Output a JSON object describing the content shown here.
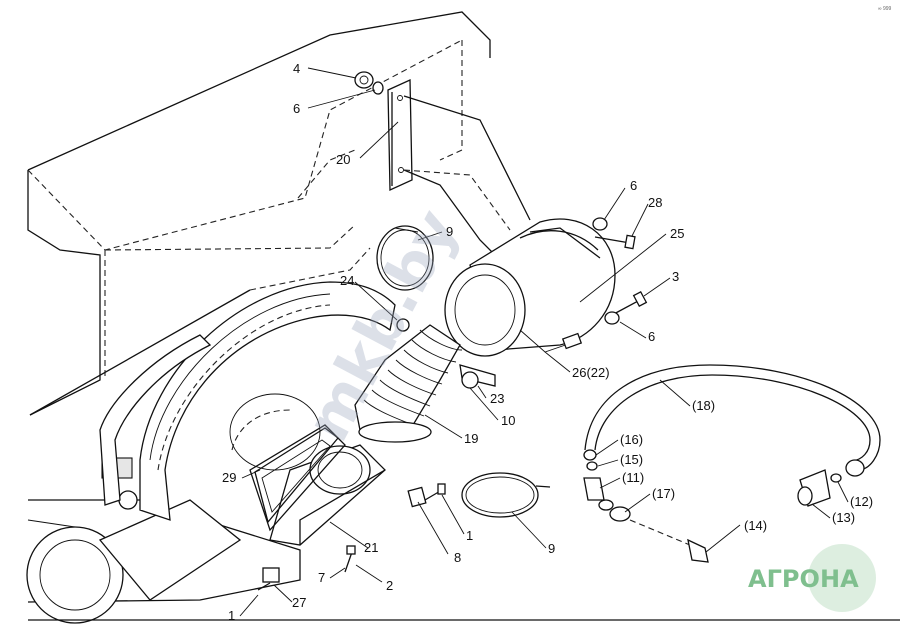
{
  "diagram": {
    "page_code": "∞ 999",
    "labels": [
      {
        "id": "lbl-4",
        "text": "4"
      },
      {
        "id": "lbl-6a",
        "text": "6"
      },
      {
        "id": "lbl-20",
        "text": "20"
      },
      {
        "id": "lbl-9a",
        "text": "9"
      },
      {
        "id": "lbl-24",
        "text": "24"
      },
      {
        "id": "lbl-6b",
        "text": "6"
      },
      {
        "id": "lbl-28",
        "text": "28"
      },
      {
        "id": "lbl-25",
        "text": "25"
      },
      {
        "id": "lbl-3",
        "text": "3"
      },
      {
        "id": "lbl-6c",
        "text": "6"
      },
      {
        "id": "lbl-26-22",
        "text": "26(22)"
      },
      {
        "id": "lbl-23",
        "text": "23"
      },
      {
        "id": "lbl-10",
        "text": "10"
      },
      {
        "id": "lbl-19",
        "text": "19"
      },
      {
        "id": "lbl-18",
        "text": "(18)"
      },
      {
        "id": "lbl-16",
        "text": "(16)"
      },
      {
        "id": "lbl-15",
        "text": "(15)"
      },
      {
        "id": "lbl-11",
        "text": "(11)"
      },
      {
        "id": "lbl-17",
        "text": "(17)"
      },
      {
        "id": "lbl-12",
        "text": "(12)"
      },
      {
        "id": "lbl-13",
        "text": "(13)"
      },
      {
        "id": "lbl-14",
        "text": "(14)"
      },
      {
        "id": "lbl-29",
        "text": "29"
      },
      {
        "id": "lbl-21",
        "text": "21"
      },
      {
        "id": "lbl-1a",
        "text": "1"
      },
      {
        "id": "lbl-8",
        "text": "8"
      },
      {
        "id": "lbl-9b",
        "text": "9"
      },
      {
        "id": "lbl-7",
        "text": "7"
      },
      {
        "id": "lbl-2",
        "text": "2"
      },
      {
        "id": "lbl-1b",
        "text": "1"
      },
      {
        "id": "lbl-27",
        "text": "27"
      }
    ]
  },
  "watermark": {
    "text": "mkb.by"
  },
  "logo": {
    "left": "АГРО",
    "right": "НА"
  },
  "colors": {
    "line": "#111111",
    "watermark": "#9aa5bd",
    "logo": "#7fbf8e",
    "logo_circle": "#c7e3cc"
  }
}
